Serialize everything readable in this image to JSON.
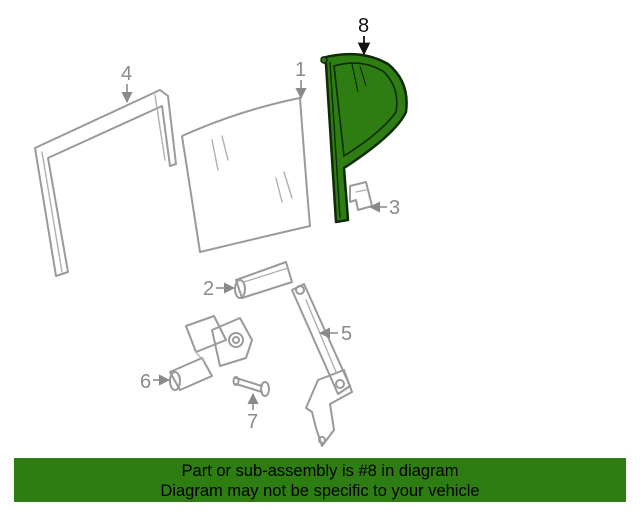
{
  "diagram": {
    "callouts": {
      "c1": "1",
      "c2": "2",
      "c3": "3",
      "c4": "4",
      "c5": "5",
      "c6": "6",
      "c7": "7",
      "c8": "8"
    },
    "highlight_color": "#2e7d12",
    "highlighted_part": "8"
  },
  "banner": {
    "line1": "Part or sub-assembly is #8 in diagram",
    "line2": "Diagram may not be specific to your vehicle",
    "background": "#2e7d12"
  }
}
